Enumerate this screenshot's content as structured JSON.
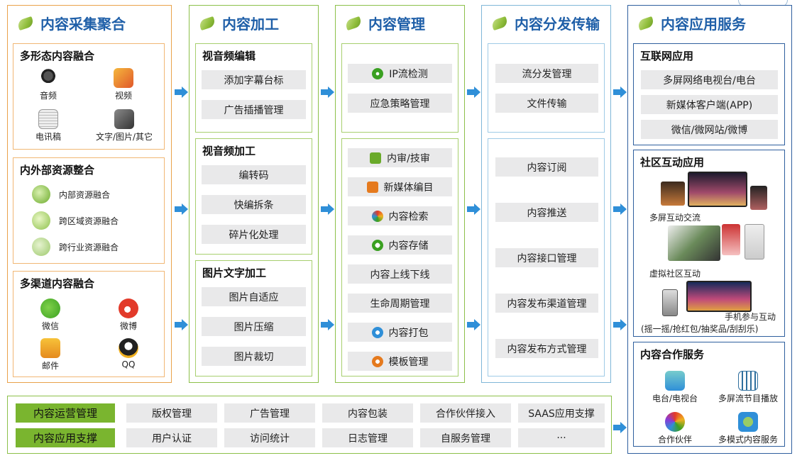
{
  "columns": {
    "collect": {
      "title": "内容采集聚合",
      "multi": {
        "title": "多形态内容融合",
        "items": [
          "音频",
          "视频",
          "电讯稿",
          "文字/图片/其它"
        ]
      },
      "resources": {
        "title": "内外部资源整合",
        "items": [
          "内部资源融合",
          "跨区域资源融合",
          "跨行业资源融合"
        ]
      },
      "channels": {
        "title": "多渠道内容融合",
        "items": [
          "微信",
          "微博",
          "邮件",
          "QQ"
        ]
      }
    },
    "process": {
      "title": "内容加工",
      "av_edit": {
        "title": "视音频编辑",
        "items": [
          "添加字幕台标",
          "广告插播管理"
        ]
      },
      "av_proc": {
        "title": "视音频加工",
        "items": [
          "编转码",
          "快编拆条",
          "碎片化处理"
        ]
      },
      "img_text": {
        "title": "图片文字加工",
        "items": [
          "图片自适应",
          "图片压缩",
          "图片裁切"
        ]
      }
    },
    "manage": {
      "title": "内容管理",
      "top_items": [
        "IP流检测",
        "应急策略管理"
      ],
      "items": [
        "内审/技审",
        "新媒体编目",
        "内容检索",
        "内容存储",
        "内容上线下线",
        "生命周期管理",
        "内容打包",
        "模板管理"
      ]
    },
    "distribute": {
      "title": "内容分发传输",
      "top_items": [
        "流分发管理",
        "文件传输"
      ],
      "items": [
        "内容订阅",
        "内容推送",
        "内容接口管理",
        "内容发布渠道管理",
        "内容发布方式管理"
      ]
    },
    "apply": {
      "title": "内容应用服务",
      "internet": {
        "title": "互联网应用",
        "items": [
          "多屏网络电视台/电台",
          "新媒体客户端(APP)",
          "微信/微网站/微博"
        ]
      },
      "community": {
        "title": "社区互动应用",
        "labels": [
          "多屏互动交流",
          "虚拟社区互动",
          "手机参与互动",
          "(摇一摇/抢红包/抽奖品/刮刮乐)"
        ]
      },
      "coop": {
        "title": "内容合作服务",
        "items": [
          "电台/电视台",
          "多屏流节目播放",
          "合作伙伴",
          "多模式内容服务"
        ]
      }
    }
  },
  "bottom": {
    "row1": {
      "label": "内容运营管理",
      "items": [
        "版权管理",
        "广告管理",
        "内容包装",
        "合作伙伴接入",
        "SAAS应用支撑"
      ]
    },
    "row2": {
      "label": "内容应用支撑",
      "items": [
        "用户认证",
        "访问统计",
        "日志管理",
        "自服务管理",
        "···"
      ]
    }
  },
  "colors": {
    "accent_blue": "#1f5fa8",
    "arrow": "#2f8fd8",
    "green": "#7ab52f",
    "orange": "#e9a24a"
  }
}
